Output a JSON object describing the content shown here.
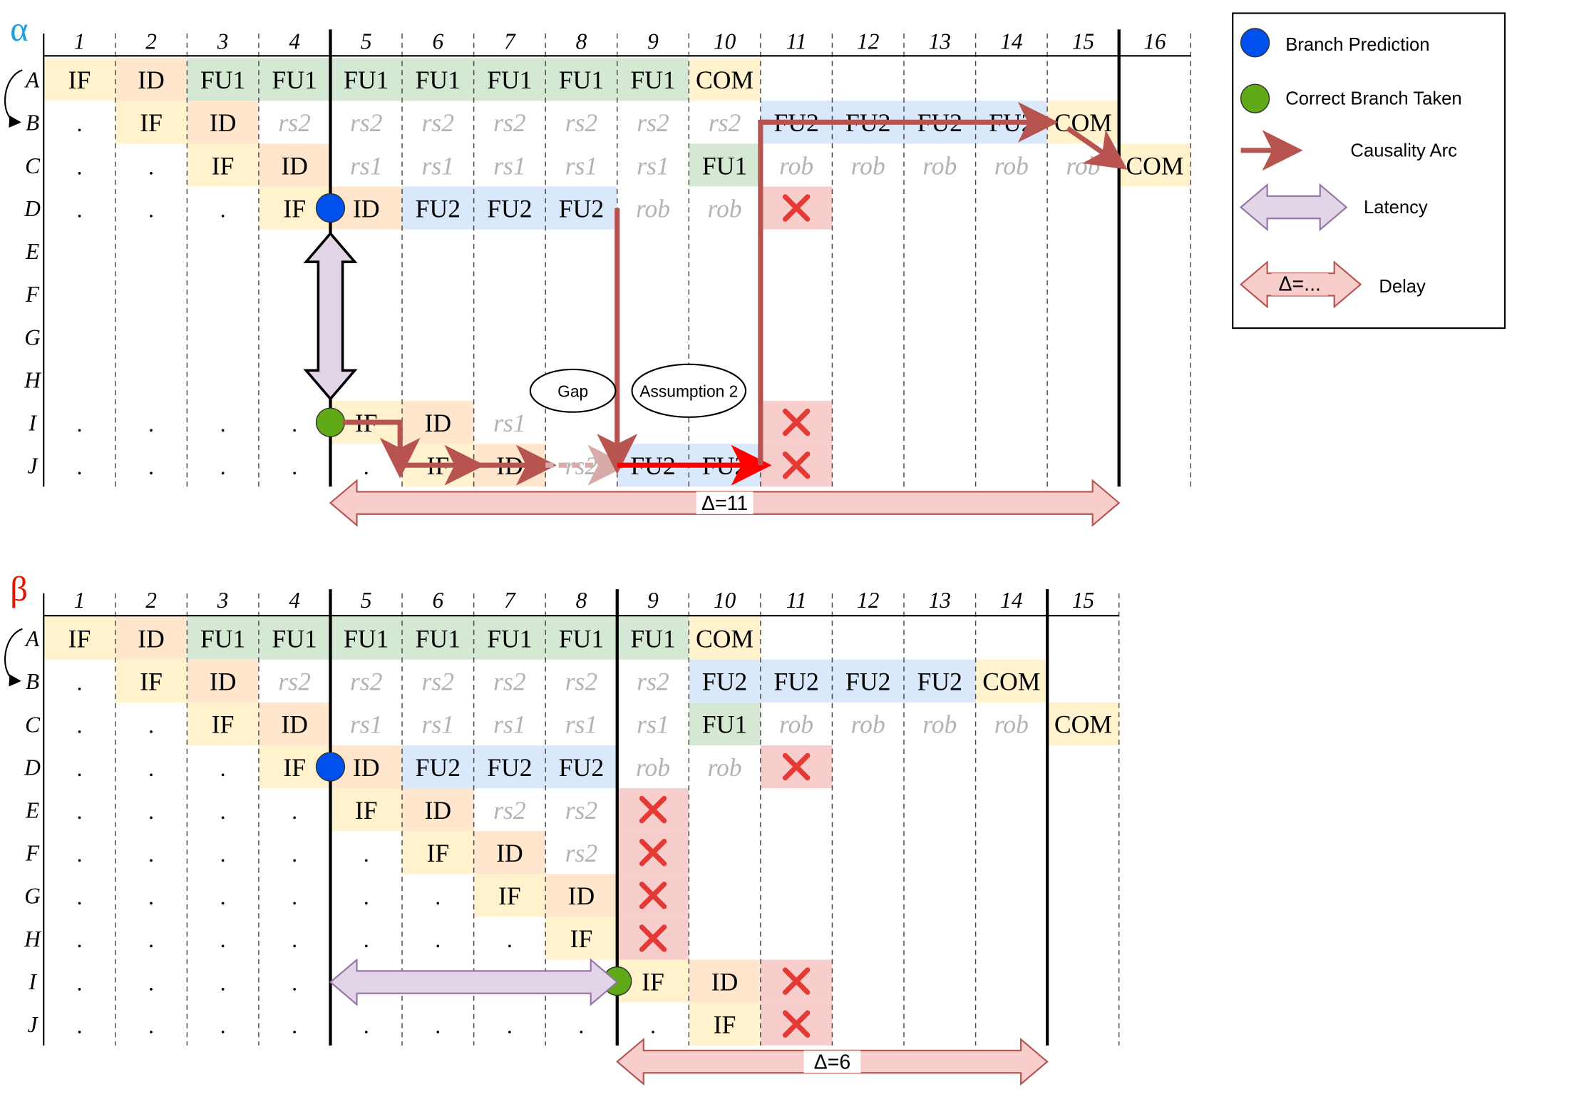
{
  "colors": {
    "IF": "#fff2cc",
    "ID": "#ffe6cc",
    "FU1": "#d5e8d4",
    "FU2": "#dae8fc",
    "COM": "#fff2cc",
    "X": "#f8cecc",
    "causality": "#b85450",
    "causality_strong": "#ff0000",
    "latency_fill": "#e1d5e7",
    "delay_fill": "#f8cecc",
    "delay_stroke": "#b85450",
    "prediction": "#0050ef",
    "taken": "#60a917",
    "x_mark": "#e53935"
  },
  "panels": [
    {
      "label": "α",
      "label_color": "#1ba1e2",
      "columns": [
        "1",
        "2",
        "3",
        "4",
        "5",
        "6",
        "7",
        "8",
        "9",
        "10",
        "11",
        "12",
        "13",
        "14",
        "15",
        "16"
      ],
      "rows": [
        "A",
        "B",
        "C",
        "D",
        "E",
        "F",
        "G",
        "H",
        "I",
        "J"
      ],
      "grid": [
        [
          "IF",
          "ID",
          "FU1",
          "FU1",
          "FU1",
          "FU1",
          "FU1",
          "FU1",
          "FU1",
          "COM",
          "",
          "",
          "",
          "",
          "",
          ""
        ],
        [
          ".",
          "IF",
          "ID",
          "rs2",
          "rs2",
          "rs2",
          "rs2",
          "rs2",
          "rs2",
          "rs2",
          "FU2",
          "FU2",
          "FU2",
          "FU2",
          "COM",
          ""
        ],
        [
          ".",
          ".",
          "IF",
          "ID",
          "rs1",
          "rs1",
          "rs1",
          "rs1",
          "rs1",
          "FU1",
          "rob",
          "rob",
          "rob",
          "rob",
          "rob",
          "COM"
        ],
        [
          ".",
          ".",
          ".",
          "IF",
          "ID",
          "FU2",
          "FU2",
          "FU2",
          "rob",
          "rob",
          "X",
          "",
          "",
          "",
          "",
          ""
        ],
        [
          "",
          "",
          "",
          "",
          "",
          "",
          "",
          "",
          "",
          "",
          "",
          "",
          "",
          "",
          "",
          ""
        ],
        [
          "",
          "",
          "",
          "",
          "",
          "",
          "",
          "",
          "",
          "",
          "",
          "",
          "",
          "",
          "",
          ""
        ],
        [
          "",
          "",
          "",
          "",
          "",
          "",
          "",
          "",
          "",
          "",
          "",
          "",
          "",
          "",
          "",
          ""
        ],
        [
          "",
          "",
          "",
          "",
          "",
          "",
          "",
          "",
          "",
          "",
          "",
          "",
          "",
          "",
          "",
          ""
        ],
        [
          ".",
          ".",
          ".",
          ".",
          "IF",
          "ID",
          "rs1",
          "",
          "",
          "",
          "X",
          "",
          "",
          "",
          "",
          ""
        ],
        [
          ".",
          ".",
          ".",
          ".",
          ".",
          "IF",
          "ID",
          "rs2",
          "FU2",
          "FU2",
          "X",
          "",
          "",
          "",
          "",
          ""
        ]
      ],
      "delta_label": "Δ=11",
      "delta_range": [
        5,
        15
      ],
      "thick_boundaries": [
        4,
        15
      ],
      "markers": [
        {
          "type": "prediction",
          "row": 3,
          "boundary": 4
        },
        {
          "type": "taken",
          "row": 8,
          "boundary": 4
        }
      ],
      "notes": [
        {
          "text": "Gap"
        },
        {
          "text": "Assumption 2"
        }
      ]
    },
    {
      "label": "β",
      "label_color": "#e51400",
      "columns": [
        "1",
        "2",
        "3",
        "4",
        "5",
        "6",
        "7",
        "8",
        "9",
        "10",
        "11",
        "12",
        "13",
        "14",
        "15"
      ],
      "rows": [
        "A",
        "B",
        "C",
        "D",
        "E",
        "F",
        "G",
        "H",
        "I",
        "J"
      ],
      "grid": [
        [
          "IF",
          "ID",
          "FU1",
          "FU1",
          "FU1",
          "FU1",
          "FU1",
          "FU1",
          "FU1",
          "COM",
          "",
          "",
          "",
          "",
          ""
        ],
        [
          ".",
          "IF",
          "ID",
          "rs2",
          "rs2",
          "rs2",
          "rs2",
          "rs2",
          "rs2",
          "FU2",
          "FU2",
          "FU2",
          "FU2",
          "COM",
          ""
        ],
        [
          ".",
          ".",
          "IF",
          "ID",
          "rs1",
          "rs1",
          "rs1",
          "rs1",
          "rs1",
          "FU1",
          "rob",
          "rob",
          "rob",
          "rob",
          "COM"
        ],
        [
          ".",
          ".",
          ".",
          "IF",
          "ID",
          "FU2",
          "FU2",
          "FU2",
          "rob",
          "rob",
          "X",
          "",
          "",
          "",
          ""
        ],
        [
          ".",
          ".",
          ".",
          ".",
          "IF",
          "ID",
          "rs2",
          "rs2",
          "X",
          "",
          "",
          "",
          "",
          "",
          ""
        ],
        [
          ".",
          ".",
          ".",
          ".",
          ".",
          "IF",
          "ID",
          "rs2",
          "X",
          "",
          "",
          "",
          "",
          "",
          ""
        ],
        [
          ".",
          ".",
          ".",
          ".",
          ".",
          ".",
          "IF",
          "ID",
          "X",
          "",
          "",
          "",
          "",
          "",
          ""
        ],
        [
          ".",
          ".",
          ".",
          ".",
          ".",
          ".",
          ".",
          "IF",
          "X",
          "",
          "",
          "",
          "",
          "",
          ""
        ],
        [
          ".",
          ".",
          ".",
          ".",
          ".",
          ".",
          ".",
          ".",
          "IF",
          "ID",
          "X",
          "",
          "",
          "",
          ""
        ],
        [
          ".",
          ".",
          ".",
          ".",
          ".",
          ".",
          ".",
          ".",
          ".",
          "IF",
          "X",
          "",
          "",
          "",
          ""
        ]
      ],
      "delta_label": "Δ=6",
      "delta_range": [
        9,
        14
      ],
      "thick_boundaries": [
        4,
        8,
        14
      ],
      "markers": [
        {
          "type": "prediction",
          "row": 3,
          "boundary": 4
        },
        {
          "type": "taken",
          "row": 8,
          "boundary": 8
        }
      ],
      "notes": []
    }
  ],
  "legend": {
    "items": [
      {
        "icon": "prediction",
        "label": "Branch Prediction"
      },
      {
        "icon": "taken",
        "label": "Correct Branch Taken"
      },
      {
        "icon": "causality",
        "label": "Causality Arc"
      },
      {
        "icon": "latency",
        "label": "Latency"
      },
      {
        "icon": "delay",
        "label": "Delay",
        "inner": "Δ=..."
      }
    ]
  }
}
